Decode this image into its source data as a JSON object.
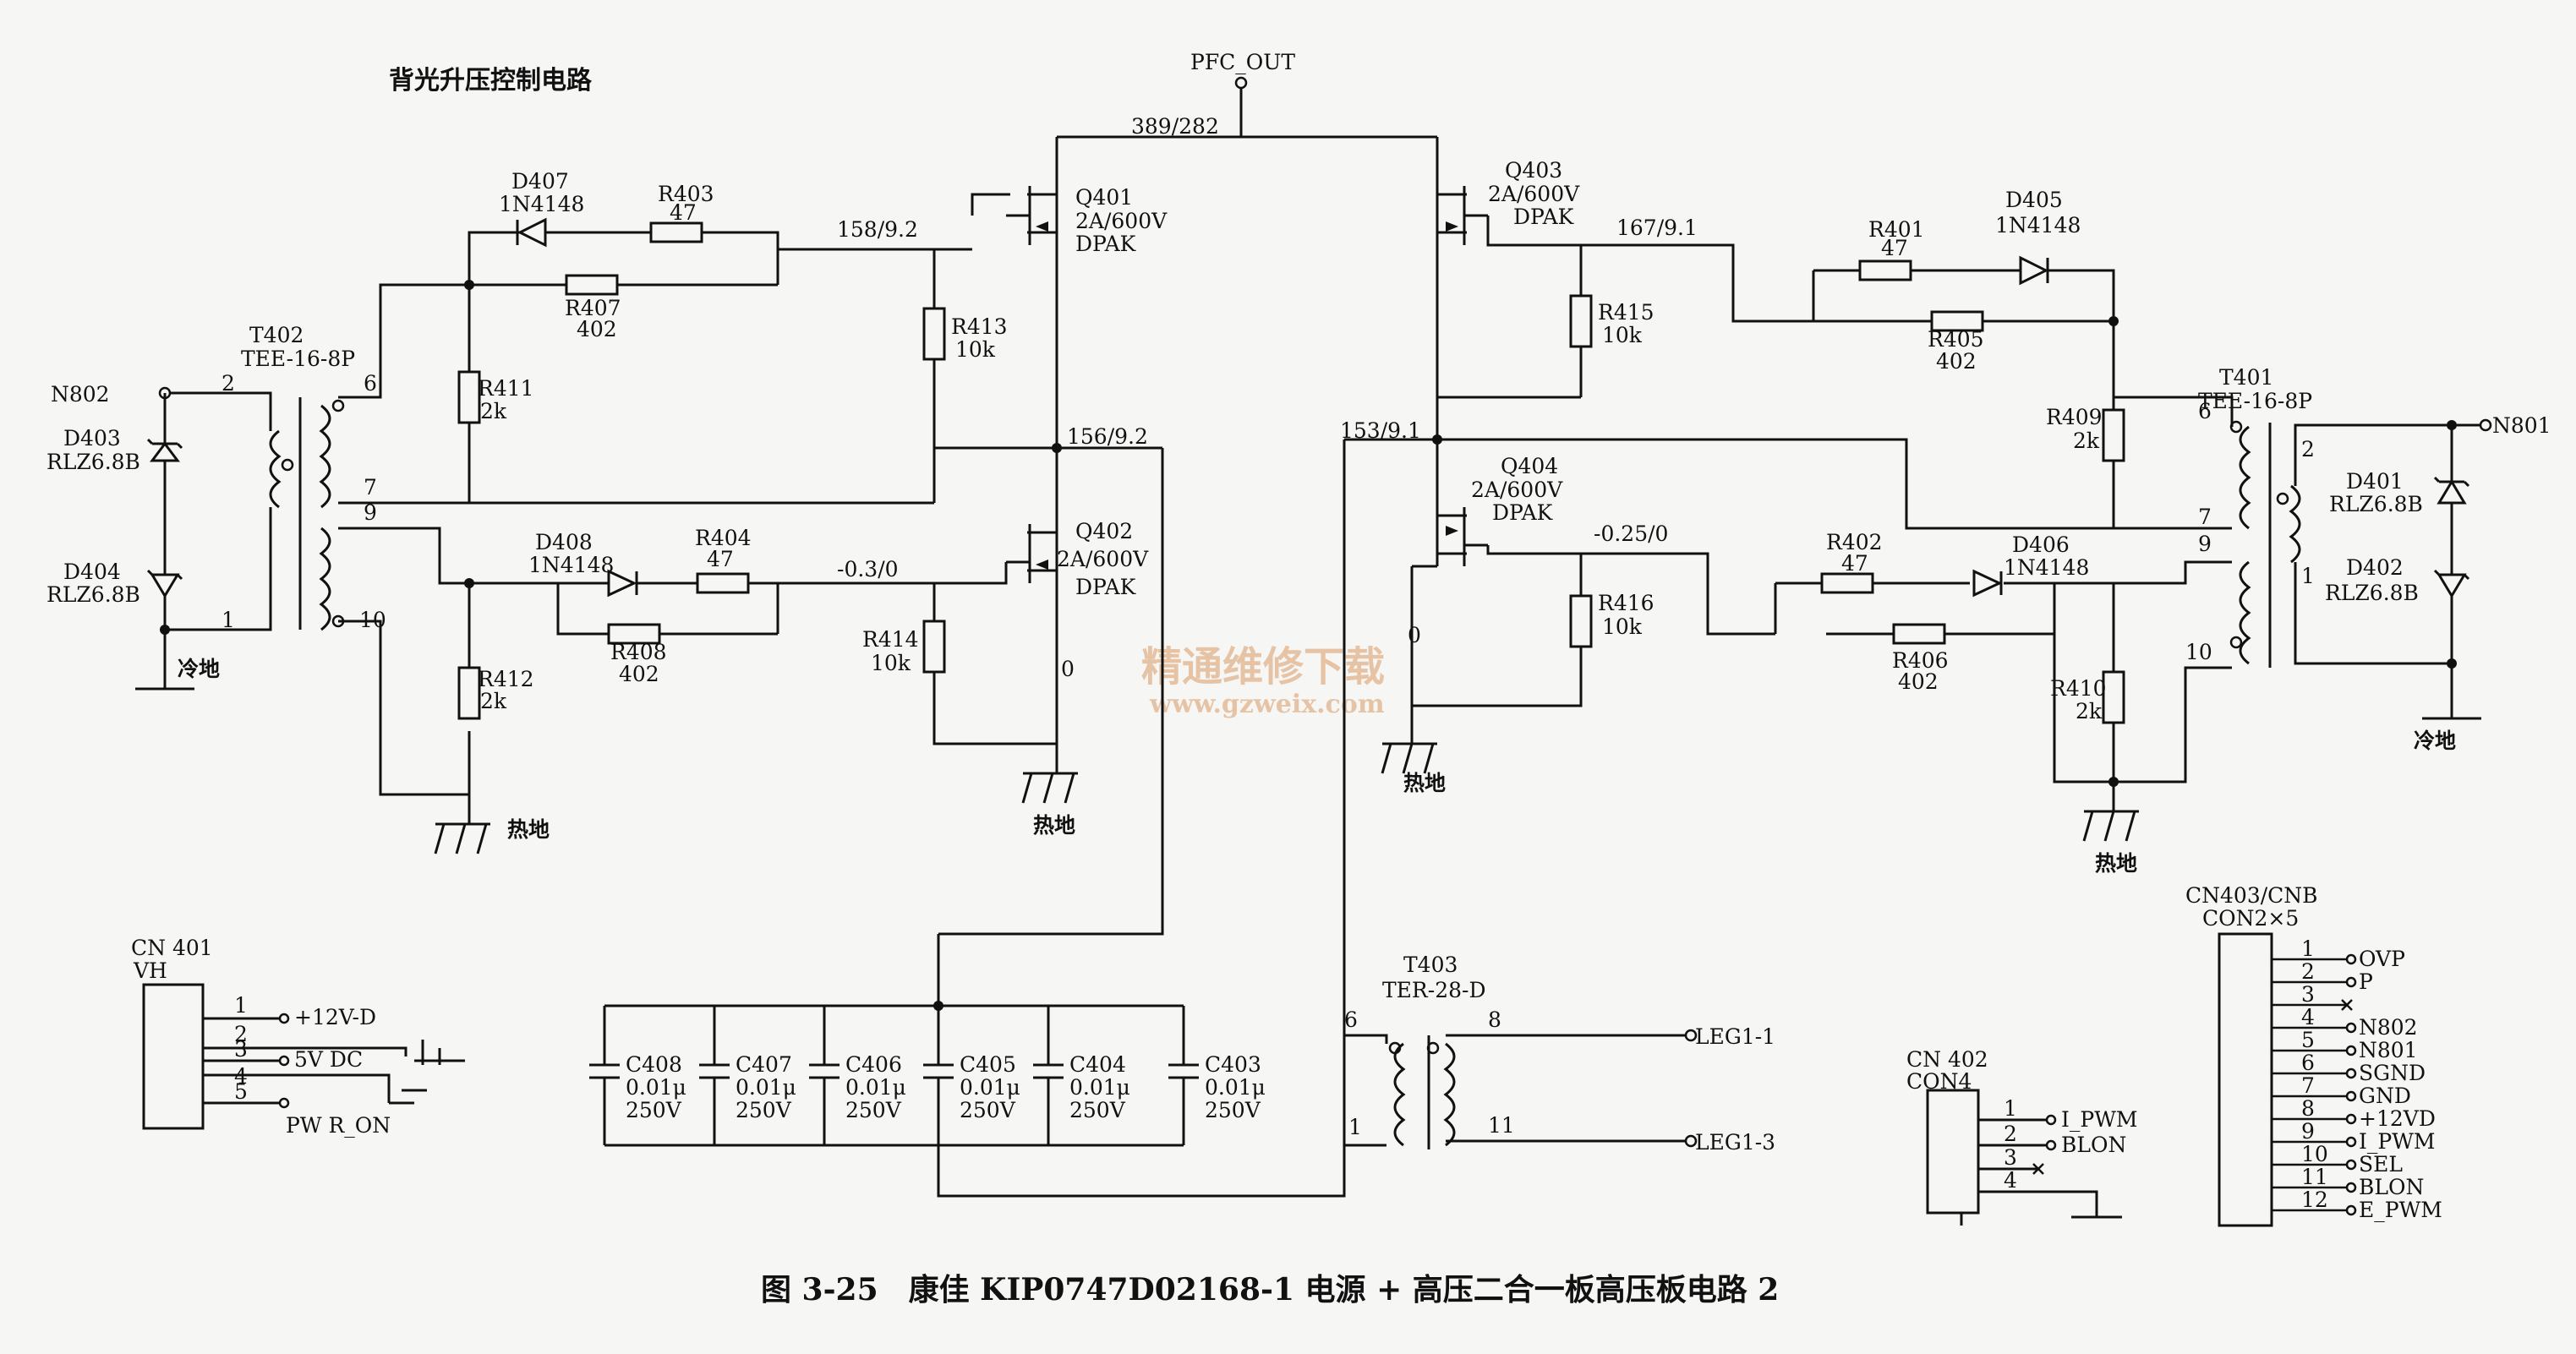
{
  "title": "背光升压控制电路",
  "caption": "图 3-25　康佳 KIP0747D02168-1 电源 + 高压二合一板高压板电路 2",
  "watermark": {
    "cn": "精通维修下载",
    "url": "www.gzweix.com"
  },
  "nets": {
    "pfc_out": "PFC_OUT",
    "pfc_voltage": "389/282",
    "n1": "158/9.2",
    "n2": "156/9.2",
    "n3": "-0.3/0",
    "n4": "0",
    "n5": "167/9.1",
    "n6": "153/9.1",
    "n7": "-0.25/0",
    "n8": "0"
  },
  "grounds": {
    "cold": "冷地",
    "hot": "热地"
  },
  "components": {
    "q401": {
      "ref": "Q401",
      "rating": "2A/600V",
      "pkg": "DPAK"
    },
    "q402": {
      "ref": "Q402",
      "rating": "2A/600V",
      "pkg": "DPAK"
    },
    "q403": {
      "ref": "Q403",
      "rating": "2A/600V",
      "pkg": "DPAK"
    },
    "q404": {
      "ref": "Q404",
      "rating": "2A/600V",
      "pkg": "DPAK"
    },
    "d407": {
      "ref": "D407",
      "val": "1N4148"
    },
    "d408": {
      "ref": "D408",
      "val": "1N4148"
    },
    "d405": {
      "ref": "D405",
      "val": "1N4148"
    },
    "d406": {
      "ref": "D406",
      "val": "1N4148"
    },
    "d403": {
      "ref": "D403",
      "val": "RLZ6.8B"
    },
    "d404": {
      "ref": "D404",
      "val": "RLZ6.8B"
    },
    "d401": {
      "ref": "D401",
      "val": "RLZ6.8B"
    },
    "d402": {
      "ref": "D402",
      "val": "RLZ6.8B"
    },
    "r403": {
      "ref": "R403",
      "val": "47"
    },
    "r404": {
      "ref": "R404",
      "val": "47"
    },
    "r401": {
      "ref": "R401",
      "val": "47"
    },
    "r402": {
      "ref": "R402",
      "val": "47"
    },
    "r407": {
      "ref": "R407",
      "val": "402"
    },
    "r408": {
      "ref": "R408",
      "val": "402"
    },
    "r405": {
      "ref": "R405",
      "val": "402"
    },
    "r406": {
      "ref": "R406",
      "val": "402"
    },
    "r411": {
      "ref": "R411",
      "val": "2k"
    },
    "r412": {
      "ref": "R412",
      "val": "2k"
    },
    "r409": {
      "ref": "R409",
      "val": "2k"
    },
    "r410": {
      "ref": "R410",
      "val": "2k"
    },
    "r413": {
      "ref": "R413",
      "val": "10k"
    },
    "r414": {
      "ref": "R414",
      "val": "10k"
    },
    "r415": {
      "ref": "R415",
      "val": "10k"
    },
    "r416": {
      "ref": "R416",
      "val": "10k"
    },
    "t402": {
      "ref": "T402",
      "val": "TEE-16-8P"
    },
    "t401": {
      "ref": "T401",
      "val": "TEE-16-8P"
    },
    "t403": {
      "ref": "T403",
      "val": "TER-28-D"
    },
    "caps": [
      {
        "ref": "C408",
        "val": "0.01μ",
        "volt": "250V"
      },
      {
        "ref": "C407",
        "val": "0.01μ",
        "volt": "250V"
      },
      {
        "ref": "C406",
        "val": "0.01μ",
        "volt": "250V"
      },
      {
        "ref": "C405",
        "val": "0.01μ",
        "volt": "250V"
      },
      {
        "ref": "C404",
        "val": "0.01μ",
        "volt": "250V"
      },
      {
        "ref": "C403",
        "val": "0.01μ",
        "volt": "250V"
      }
    ]
  },
  "pins": {
    "t402": [
      "2",
      "6",
      "7",
      "9",
      "10",
      "1"
    ],
    "t401": [
      "6",
      "7",
      "9",
      "10",
      "2",
      "1"
    ],
    "t403": [
      "6",
      "1",
      "8",
      "11"
    ]
  },
  "ports": {
    "n802": "N802",
    "n801": "N801",
    "leg1": "LEG1-1",
    "leg3": "LEG1-3"
  },
  "cn401": {
    "ref": "CN 401",
    "type": "VH",
    "pins": [
      "1",
      "2",
      "3",
      "4",
      "5"
    ],
    "signals": [
      "+12V-D",
      "5V DC",
      "PW R_ON"
    ]
  },
  "cn402": {
    "ref": "CN 402",
    "type": "CON4",
    "pins": [
      "1",
      "2",
      "3",
      "4"
    ],
    "signals": [
      "I_PWM",
      "BLON"
    ]
  },
  "cn403": {
    "ref": "CN403/CNB",
    "type": "CON2×5",
    "pins": [
      "1",
      "2",
      "3",
      "4",
      "5",
      "6",
      "7",
      "8",
      "9",
      "10",
      "11",
      "12"
    ],
    "signals": [
      "OVP",
      "P",
      "",
      "N802",
      "N801",
      "SGND",
      "GND",
      "+12VD",
      "I_PWM",
      "SEL",
      "BLON",
      "E_PWM"
    ]
  },
  "colors": {
    "ink": "#111111",
    "paper": "#f6f6f4",
    "watermark": "#e6c3a4"
  }
}
